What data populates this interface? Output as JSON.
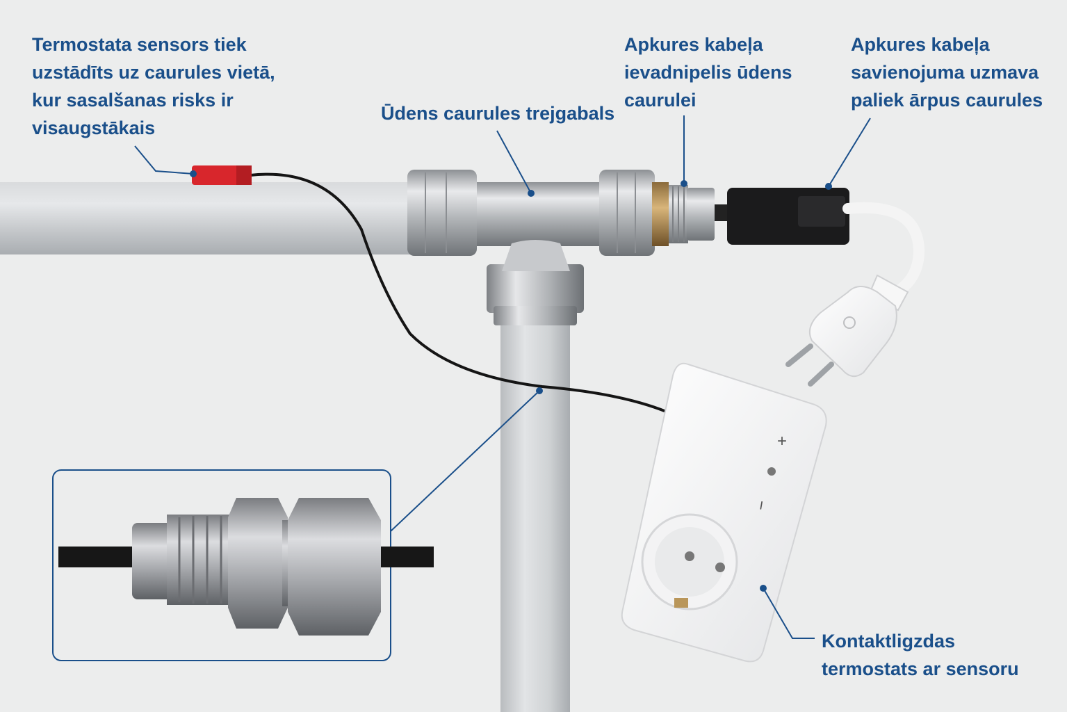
{
  "labels": {
    "sensor": [
      "Termostata sensors tiek",
      "uzstādīts uz caurules vietā,",
      "kur sasalšanas risks ir",
      "visaugstākais"
    ],
    "tee": [
      "Ūdens caurules trejgabals"
    ],
    "nipple": [
      "Apkures kabeļa",
      "ievadnipelis ūdens",
      "caurulei"
    ],
    "coupling": [
      "Apkures kabeļa",
      "savienojuma uzmava",
      "paliek ārpus caurules"
    ],
    "thermostat": [
      "Kontaktligzdas",
      "termostats ar sensoru"
    ]
  },
  "thermostat_device": {
    "plus_symbol": "+",
    "minus_symbol": "−"
  },
  "colors": {
    "label_text": "#1a4f8a",
    "leader_line": "#1a4f8a",
    "background": "#eceded",
    "pipe": "#c9cbcd",
    "sensor_tip": "#d8262c",
    "cable": "#1a1a1a"
  },
  "icons": [
    "sensor-icon",
    "tee-fitting-icon",
    "cable-entry-nipple-icon",
    "cable-coupling-icon",
    "euro-plug-icon",
    "socket-thermostat-icon",
    "nipple-closeup-icon"
  ]
}
